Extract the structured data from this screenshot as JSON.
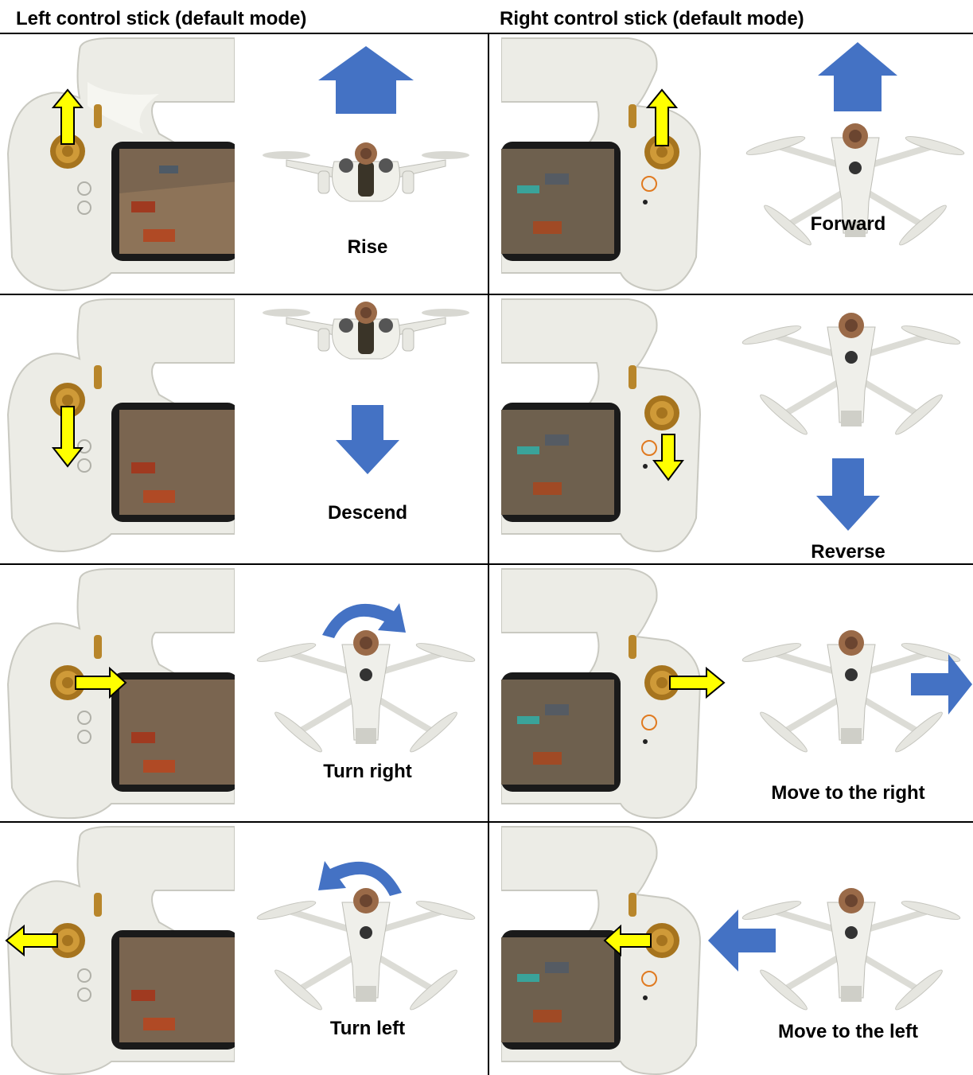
{
  "headers": {
    "left": "Left control stick (default mode)",
    "right": "Right control stick (default mode)"
  },
  "captions": {
    "rise": "Rise",
    "forward": "Forward",
    "descend": "Descend",
    "reverse": "Reverse",
    "turn_right": "Turn right",
    "move_right": "Move to the right",
    "turn_left": "Turn left",
    "move_left": "Move to the left"
  },
  "colors": {
    "stick_arrow": "#ffff00",
    "drone_arrow": "#4472c4",
    "controller": "#ecece6",
    "stick": "#b8862b"
  },
  "icons": [
    "controller-left-grip",
    "controller-right-grip",
    "drone-front-view",
    "drone-top-view",
    "arrow-up-icon",
    "arrow-down-icon",
    "arrow-right-icon",
    "arrow-left-icon",
    "rotate-clockwise-icon",
    "rotate-counterclockwise-icon"
  ]
}
